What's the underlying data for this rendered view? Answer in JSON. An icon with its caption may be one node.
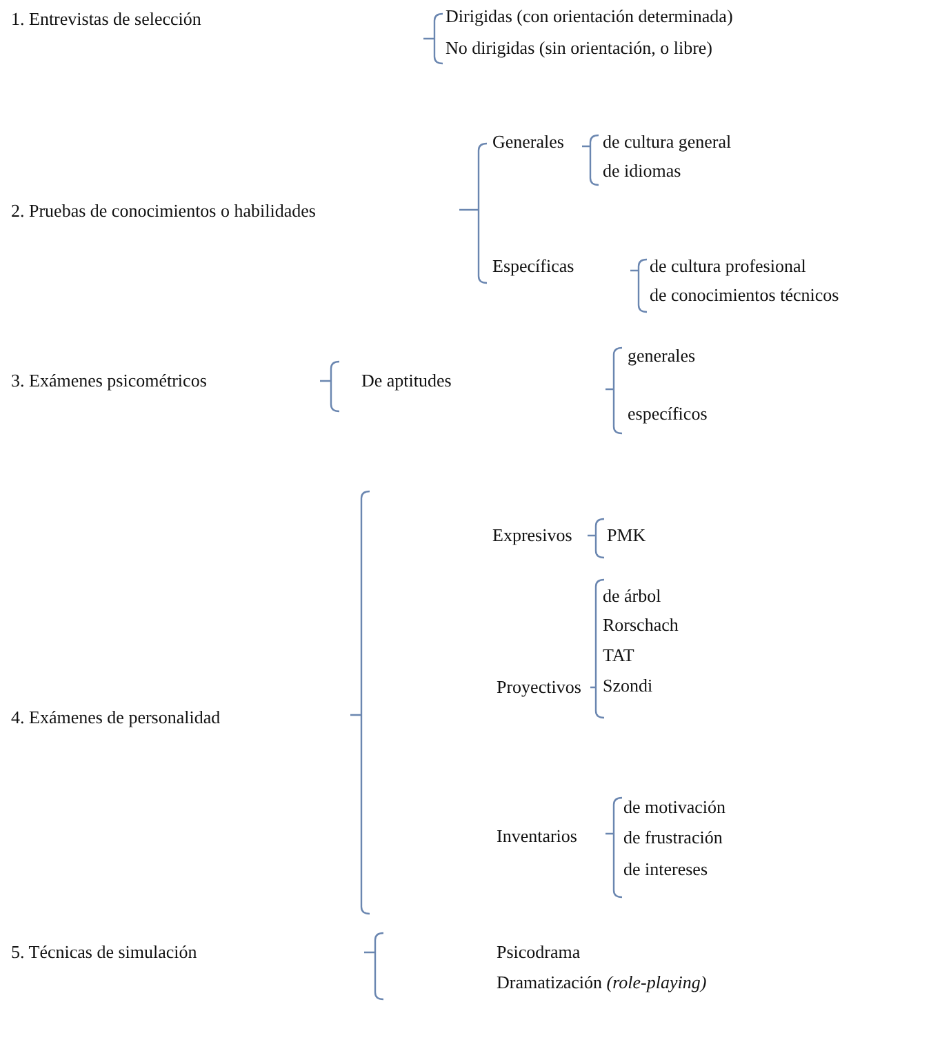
{
  "diagram": {
    "labels": [
      "1.  Entrevistas de selección",
      "Dirigidas (con orientación determinada)",
      "No dirigidas (sin orientación, o libre)",
      "2. Pruebas de conocimientos o habilidades",
      "Generales",
      "de cultura general",
      "de idiomas",
      "Específicas",
      "de cultura profesional",
      "de conocimientos técnicos",
      "3. Exámenes psicométricos",
      "De aptitudes",
      "generales",
      "específicos",
      "4. Exámenes de personalidad",
      "Expresivos",
      "PMK",
      "Proyectivos",
      "de árbol",
      "Rorschach",
      "TAT",
      "Szondi",
      "Inventarios",
      "de motivación",
      "de frustración",
      "de intereses",
      "5. Técnicas de simulación",
      "Psicodrama",
      "Dramatización *(role-playing)*"
    ]
  }
}
